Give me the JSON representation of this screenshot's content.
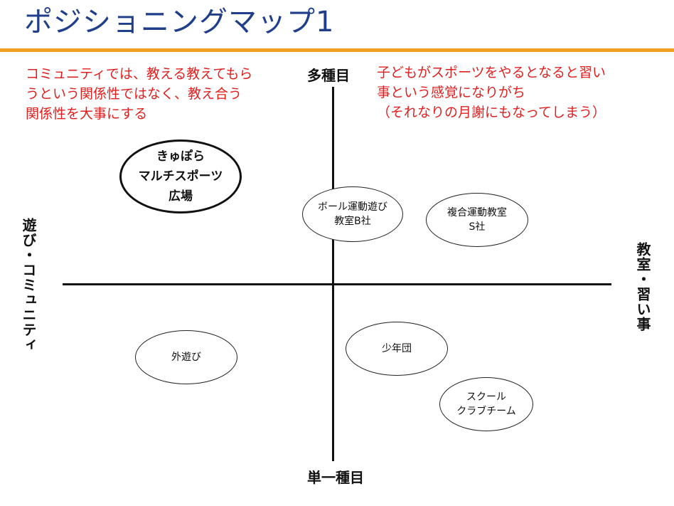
{
  "title": "ポジショニングマップ1",
  "colors": {
    "title": "#1f3f8a",
    "rule": "#f0a020",
    "note": "#e02020",
    "ink": "#111111"
  },
  "notes": {
    "left": "コミュニティでは、教える教えてもら\nうという関係性ではなく、教え合う\n関係性を大事にする",
    "right": "子どもがスポーツをやるとなると習い\n事という感覚になりがち\n（それなりの月謝にもなってしまう）"
  },
  "axes": {
    "top": "多種目",
    "bottom": "単一種目",
    "left": "遊び・コミュニティ",
    "right": "教室・習い事"
  },
  "bubbles": {
    "kyupora": "きゅぽら\nマルチスポーツ\n広場",
    "ball": "ボール運動遊び\n教室B社",
    "fukugou": "複合運動教室\nS社",
    "soto": "外遊び",
    "shonen": "少年団",
    "school": "スクール\nクラブチーム"
  }
}
